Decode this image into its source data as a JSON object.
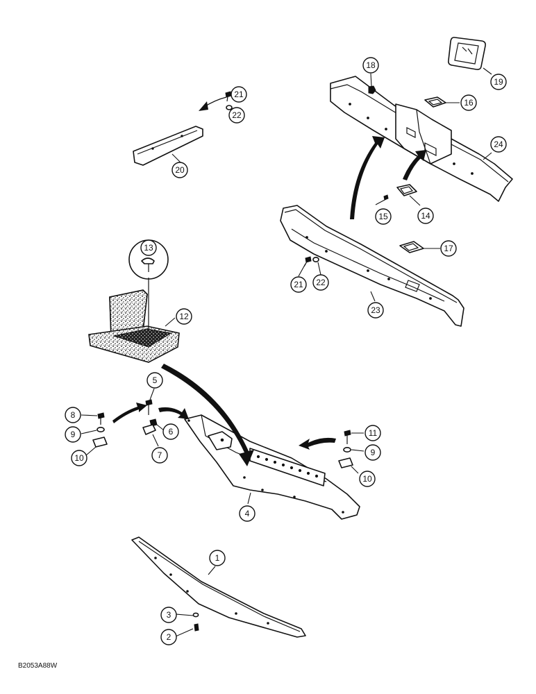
{
  "figure_code": "B2053A88W",
  "callouts": [
    {
      "key": "c1",
      "number": "1"
    },
    {
      "key": "c2",
      "number": "2"
    },
    {
      "key": "c3",
      "number": "3"
    },
    {
      "key": "c4",
      "number": "4"
    },
    {
      "key": "c5",
      "number": "5"
    },
    {
      "key": "c6",
      "number": "6"
    },
    {
      "key": "c7",
      "number": "7"
    },
    {
      "key": "c8",
      "number": "8"
    },
    {
      "key": "c9a",
      "number": "9"
    },
    {
      "key": "c10a",
      "number": "10"
    },
    {
      "key": "c11",
      "number": "11"
    },
    {
      "key": "c9b",
      "number": "9"
    },
    {
      "key": "c10b",
      "number": "10"
    },
    {
      "key": "c12",
      "number": "12"
    },
    {
      "key": "c13",
      "number": "13"
    },
    {
      "key": "c14",
      "number": "14"
    },
    {
      "key": "c15",
      "number": "15"
    },
    {
      "key": "c16",
      "number": "16"
    },
    {
      "key": "c17",
      "number": "17"
    },
    {
      "key": "c18",
      "number": "18"
    },
    {
      "key": "c19",
      "number": "19"
    },
    {
      "key": "c20",
      "number": "20"
    },
    {
      "key": "c21a",
      "number": "21"
    },
    {
      "key": "c22a",
      "number": "22"
    },
    {
      "key": "c21b",
      "number": "21"
    },
    {
      "key": "c22b",
      "number": "22"
    },
    {
      "key": "c23",
      "number": "23"
    },
    {
      "key": "c24",
      "number": "24"
    }
  ]
}
